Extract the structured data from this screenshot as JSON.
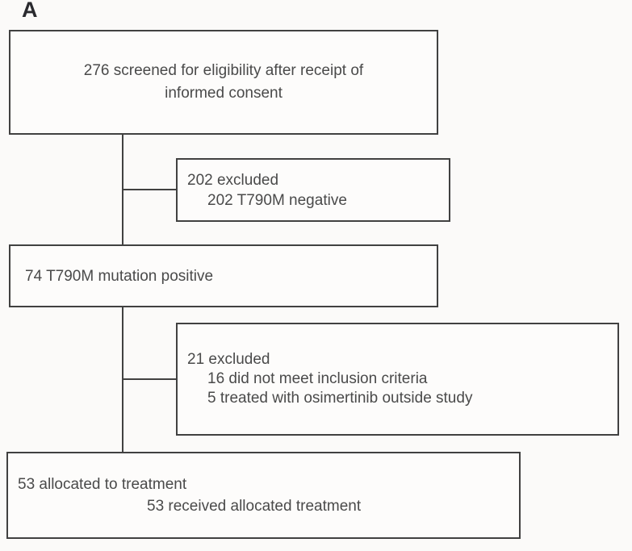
{
  "panel_label": "A",
  "colors": {
    "background": "#fbfaf9",
    "box_border": "#414141",
    "text": "#4a4a4a",
    "label": "#2a2a2f"
  },
  "flowchart": {
    "boxes": [
      {
        "id": "screened",
        "lines": [
          "276 screened for eligibility after receipt of",
          "informed consent"
        ]
      },
      {
        "id": "excluded-t790m-negative",
        "lines": [
          "202 excluded",
          "202 T790M negative"
        ]
      },
      {
        "id": "t790m-positive",
        "lines": [
          "74 T790M mutation positive"
        ]
      },
      {
        "id": "excluded-before-allocation",
        "lines": [
          "21 excluded",
          "16 did not meet inclusion criteria",
          "5 treated with osimertinib outside study"
        ]
      },
      {
        "id": "allocated",
        "lines": [
          "53 allocated to treatment",
          "53 received allocated treatment"
        ]
      }
    ]
  }
}
